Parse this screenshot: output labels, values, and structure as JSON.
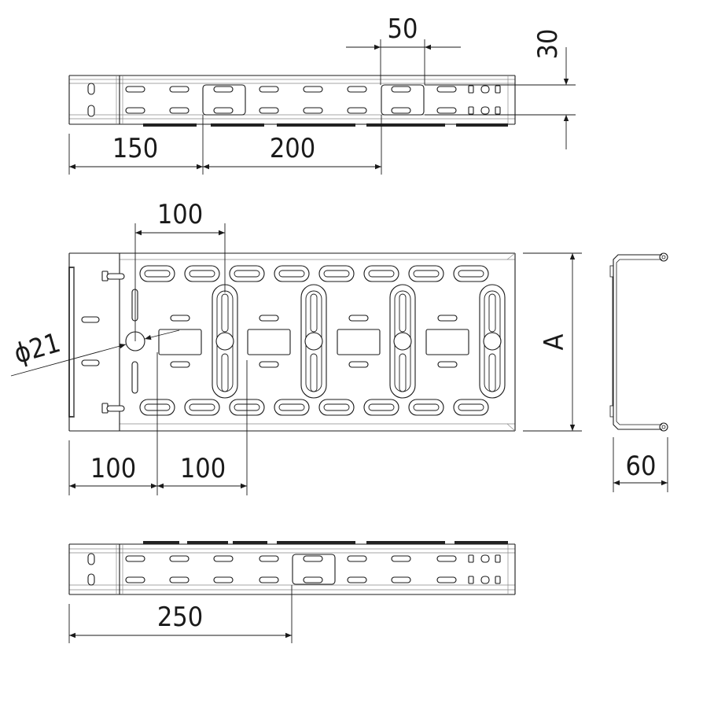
{
  "views": {
    "top_side": {
      "name": "side-view-top"
    },
    "plan": {
      "name": "plan-view"
    },
    "section": {
      "name": "cross-section-view"
    },
    "bottom_side": {
      "name": "side-view-bottom"
    }
  },
  "dimensions": {
    "slot_width": "50",
    "side_height": "30",
    "end_offset_top": "150",
    "slot_pitch_side": "200",
    "hole_pitch_plan": "100",
    "hole_diameter": "ϕ21",
    "end_offset_plan": "100",
    "hole_pitch_plan_2": "100",
    "width_label": "A",
    "section_height": "60",
    "end_offset_bottom": "250"
  }
}
